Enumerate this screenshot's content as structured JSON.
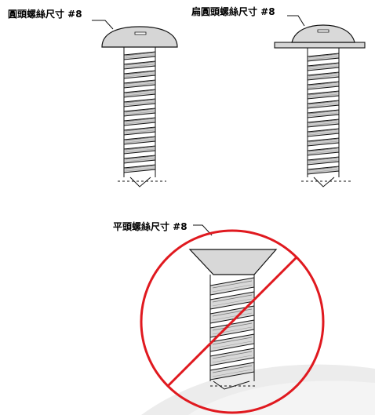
{
  "labels": {
    "round_head": "圓頭螺絲尺寸 #8",
    "truss_head": "扁圓頭螺絲尺寸 #8",
    "flat_head": "平頭螺絲尺寸 #8"
  },
  "colors": {
    "prohibition": "#e0191f",
    "screw_head_fill": "#d4d4d4",
    "line": "#111111",
    "swoosh": "#e9e9e9"
  },
  "icons": {
    "no_symbol": "prohibition-circle-slash"
  }
}
